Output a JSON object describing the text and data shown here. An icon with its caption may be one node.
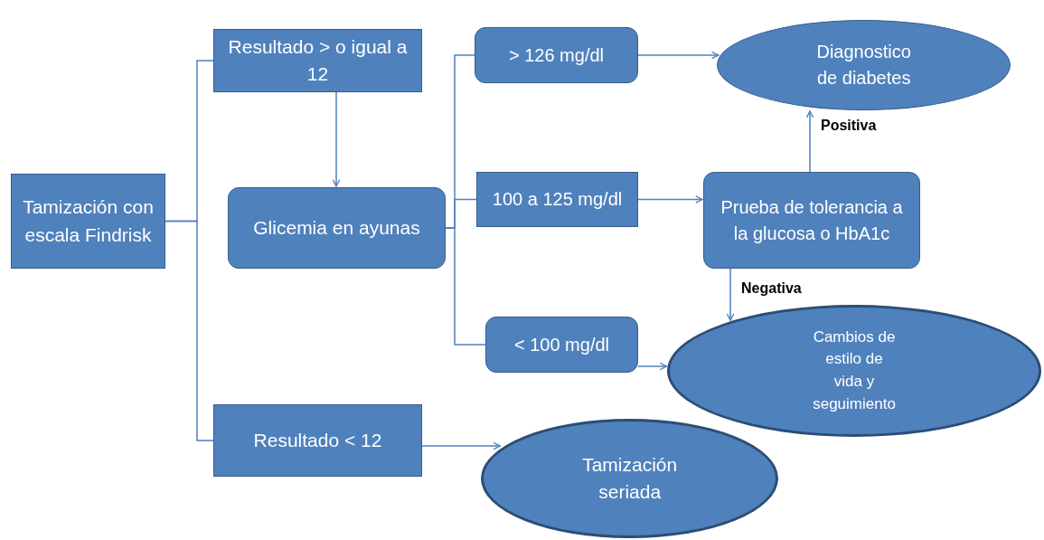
{
  "diagram": {
    "nodes": [
      {
        "text": [
          "Tamización con escala Findrisk"
        ]
      },
      {
        "text": [
          "Resultado > o igual a 12"
        ]
      },
      {
        "text": [
          "Glicemia en ayunas"
        ]
      },
      {
        "text": [
          "Resultado < 12"
        ]
      },
      {
        "text": [
          "> 126 mg/dl"
        ]
      },
      {
        "text": [
          "100 a 125 mg/dl"
        ]
      },
      {
        "text": [
          "< 100 mg/dl"
        ]
      },
      {
        "text": [
          "Diagnostico de diabetes"
        ]
      },
      {
        "text": [
          "Prueba de tolerancia a la glucosa o HbA1c"
        ]
      },
      {
        "text": [
          "Cambios de estilo de vida y seguimiento"
        ]
      },
      {
        "text": [
          "Tamización seriada"
        ]
      }
    ],
    "edges": [
      {
        "from": 0,
        "to": 1,
        "arrow": "none"
      },
      {
        "from": 0,
        "to": 3,
        "arrow": "none"
      },
      {
        "from": 1,
        "to": 2,
        "arrow": "to"
      },
      {
        "from": 2,
        "to": 4,
        "arrow": "none"
      },
      {
        "from": 2,
        "to": 5,
        "arrow": "none"
      },
      {
        "from": 2,
        "to": 6,
        "arrow": "none"
      },
      {
        "from": 4,
        "to": 7,
        "arrow": "to"
      },
      {
        "from": 5,
        "to": 8,
        "arrow": "to"
      },
      {
        "from": 6,
        "to": 9,
        "arrow": "to"
      },
      {
        "from": 3,
        "to": 10,
        "arrow": "to"
      },
      {
        "from": 8,
        "to": 7,
        "arrow": "to",
        "label": "Positiva"
      },
      {
        "from": 8,
        "to": 9,
        "arrow": "to",
        "label": "Negativa"
      }
    ]
  }
}
